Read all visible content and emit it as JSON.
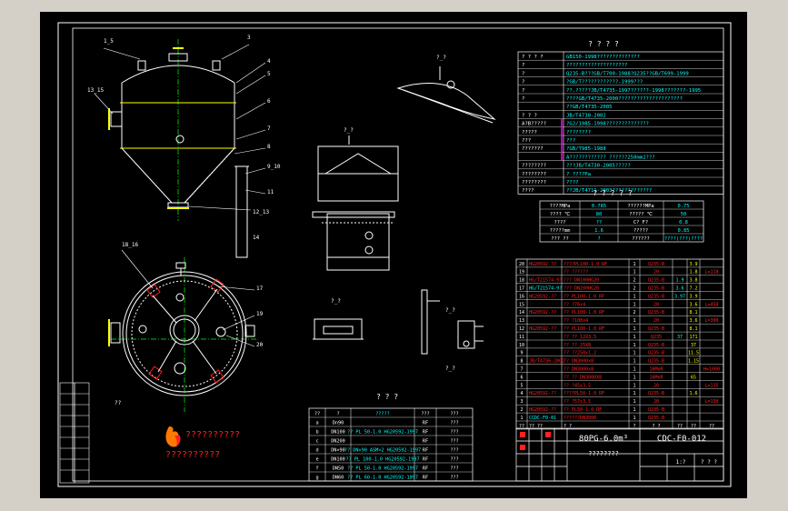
{
  "colors": {
    "bg": "#000000",
    "frame": "#ffffff",
    "cyan": "#00ffff",
    "yellow": "#ffff00",
    "red": "#ff2020",
    "magenta": "#ff00ff",
    "green": "#00ff00",
    "orange": "#ff9900",
    "chrome": "#d4d0c8"
  },
  "tech_req": {
    "title": "? ? ? ?",
    "rows": [
      {
        "left": "? ? ? ?",
        "right": "GB150-1998??????????????"
      },
      {
        "left": "?",
        "right": "????????????????????"
      },
      {
        "left": "?",
        "right": "Q235-B???GB/T700-1988?Q235??GB/T699-1999"
      },
      {
        "left": "?",
        "right": "?GB/T????????????-1999???"
      },
      {
        "left": "?",
        "right": "??.?????JB/T4735-1997??????-1998???????-1995"
      },
      {
        "left": "?",
        "right": "????GB/T4735-2000?????????????????????"
      },
      {
        "left": "",
        "right": "??GB/T4735-2005"
      },
      {
        "left": "? ? ?",
        "right": "JB/T4730-2002"
      },
      {
        "left": "A?B?????",
        "right": "?GJ/1985-1998??????????????"
      },
      {
        "left": "?????",
        "right": "????????"
      },
      {
        "left": "???",
        "right": "???"
      },
      {
        "left": "???????",
        "right": "?GB/T985-1988"
      },
      {
        "left": "",
        "right": "A???????????? ??????250mm2???"
      },
      {
        "left": "????????",
        "right": "???JB/T4730-2005?????"
      },
      {
        "left": "????????",
        "right": "? ????Pa"
      },
      {
        "left": "????????",
        "right": "????"
      },
      {
        "left": "????",
        "right": "??JB/T4711-2003?????????????"
      }
    ]
  },
  "design_table": {
    "title": "? ? ? ? ?",
    "rows": [
      [
        "????MPa",
        "0.785",
        "??????MPa",
        "0.75"
      ],
      [
        "???? ℃",
        "80",
        "????? ℃",
        "50"
      ],
      [
        "????",
        "??",
        "C? F?",
        "0.8"
      ],
      [
        "?????mm",
        "1.6",
        "?????",
        "0.85"
      ],
      [
        "??? ??",
        "?",
        "??????",
        "????(???)????"
      ]
    ]
  },
  "nozzle_table": {
    "title": "? ? ?",
    "headers": [
      "??",
      "?",
      "?????",
      "???",
      "???"
    ],
    "rows": [
      [
        "a",
        "Dn90",
        "",
        "RF",
        "???"
      ],
      [
        "b",
        "DN100",
        "?? PL 50-1.0 HG20592-1997",
        "RF",
        "???"
      ],
      [
        "c",
        "DN200",
        "",
        "RF",
        "???"
      ],
      [
        "d",
        "DN×90",
        "?? DN×90 ASM×2 HG20592-1997",
        "RF",
        "???"
      ],
      [
        "e",
        "DN100",
        "?? PL 100-1.0 HG20592-1997",
        "RF",
        "???"
      ],
      [
        "f",
        "DN50",
        "?? PL 50-1.0 HG20592-1997",
        "RF",
        "???"
      ],
      [
        "g",
        "DN60",
        "?? PL 60-1.0 HG20592-1997",
        "RF",
        "???"
      ]
    ]
  },
  "parts_list": {
    "rows": [
      [
        "20",
        "HG20592-??",
        "????PL100-1.0 RF",
        "1",
        "Q235-B",
        "",
        "3.9",
        ""
      ],
      [
        "19",
        "",
        "?? ??????",
        "1",
        "20",
        "",
        "1.8",
        "L=118"
      ],
      [
        "18",
        "HG/T21574-9?",
        "??? DN100HG20",
        "2",
        "Q235-B",
        "1.9",
        "3.8",
        ""
      ],
      [
        "17",
        "HG/T21574-9?",
        "??? DN200HG20",
        "2",
        "Q235-B",
        "3.6",
        "7.2",
        ""
      ],
      [
        "16",
        "HG20592-??",
        "?? PL100-1.0 RF",
        "1",
        "Q235-B",
        "3.97",
        "3.9",
        ""
      ],
      [
        "15",
        "",
        "?? ?76x4",
        "1",
        "20",
        "",
        "3.6",
        "L=450"
      ],
      [
        "14",
        "HG20592-??",
        "?? PL100-1.0 RF",
        "2",
        "Q235-B",
        "",
        "8.1",
        ""
      ],
      [
        "13",
        "",
        "?? ?108x4",
        "1",
        "20",
        "",
        "3.6",
        "L=300"
      ],
      [
        "12",
        "HG20592-??",
        "?? PL100-1.0 RF",
        "1",
        "Q235-B",
        "",
        "8.1",
        ""
      ],
      [
        "11",
        "",
        "?? ?? 12X3.5",
        "1",
        "Q235",
        "37",
        "171",
        ""
      ],
      [
        "10",
        "",
        "?? ?? 25X8",
        "1",
        "Q235-B",
        "",
        "37",
        ""
      ],
      [
        "9",
        "",
        "?? ??250x1.2",
        "1",
        "Q235-B",
        "",
        "11.5",
        ""
      ],
      [
        "8",
        "JB/T4736-2002",
        "?? DN3000x8",
        "1",
        "Q235-B",
        "",
        "1.15",
        ""
      ],
      [
        "7",
        "",
        "?? DN3000x8",
        "1",
        "16MnR",
        "",
        "",
        "H=1000"
      ],
      [
        "6",
        "",
        "?? ?? DN3000X8",
        "1",
        "16MnR",
        "",
        "65",
        ""
      ],
      [
        "5",
        "",
        "?? ?45x3.5",
        "1",
        "20",
        "",
        "",
        "L=135"
      ],
      [
        "4",
        "HG20592-??",
        "????PL50-1.0 RF",
        "1",
        "Q235-B",
        "",
        "1.6",
        ""
      ],
      [
        "3",
        "",
        "?? ?57x3.5",
        "1",
        "20",
        "",
        "",
        "L=150"
      ],
      [
        "2",
        "HG20592-??",
        "?? PL50-1.0 RF",
        "1",
        "Q235-B",
        "",
        "",
        ""
      ],
      [
        "1",
        "CCDC-F0-01",
        "??????DN3000",
        "1",
        "Q235-B",
        "",
        "",
        ""
      ],
      [
        "??",
        "?? ??",
        "? ?",
        "?",
        "? ?",
        "??",
        "??",
        "??"
      ]
    ]
  },
  "title_block": {
    "product": "80PG-6.0m³",
    "drawing_no": "CDC-F0-012",
    "subtitle": "????????",
    "scale": "1:?",
    "sheet": "? ? ?"
  },
  "logo": {
    "icon": "flame-logo-icon",
    "line1": "??????????",
    "line2": "??????????"
  },
  "views": {
    "front": {
      "labels": [
        "1_5",
        "3",
        "4",
        "5",
        "6",
        "7",
        "8",
        "9_10",
        "11",
        "12_13",
        "13_15",
        "14"
      ]
    },
    "top": {
      "labels": [
        "18_16",
        "17",
        "19",
        "20"
      ]
    },
    "detail_labels": [
      "?_?",
      "?_?",
      "?_?",
      "?_?",
      "?_?",
      "??"
    ]
  }
}
